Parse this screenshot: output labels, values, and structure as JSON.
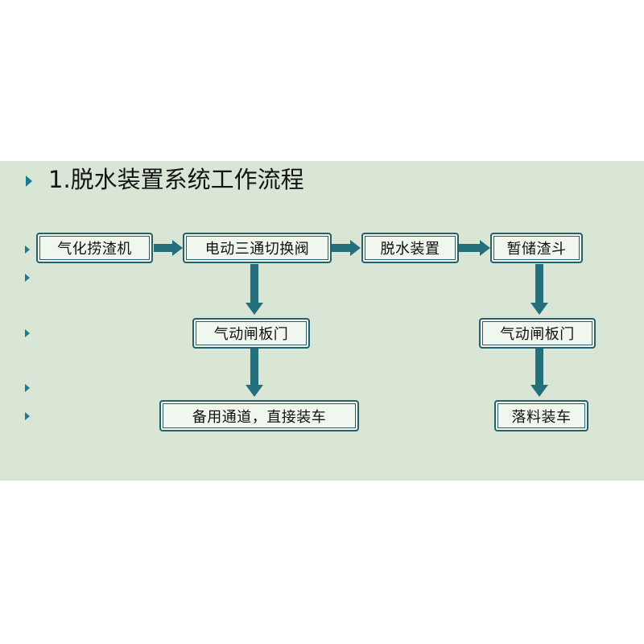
{
  "title": "1.脱水装置系统工作流程",
  "colors": {
    "panel": "#d9e6d6",
    "accent": "#1c7b8f",
    "arrow": "#23707c",
    "box_border": "#27606c",
    "box_fill": "#eff7ef"
  },
  "flow": {
    "slag_conveyor": "气化捞渣机",
    "three_way_valve": "电动三通切换阀",
    "dewatering": "脱水装置",
    "storage_hopper": "暂储渣斗",
    "gate_valve_left": "气动闸板门",
    "gate_valve_right": "气动闸板门",
    "bypass": "备用通道，直接装车",
    "discharge": "落料装车"
  }
}
